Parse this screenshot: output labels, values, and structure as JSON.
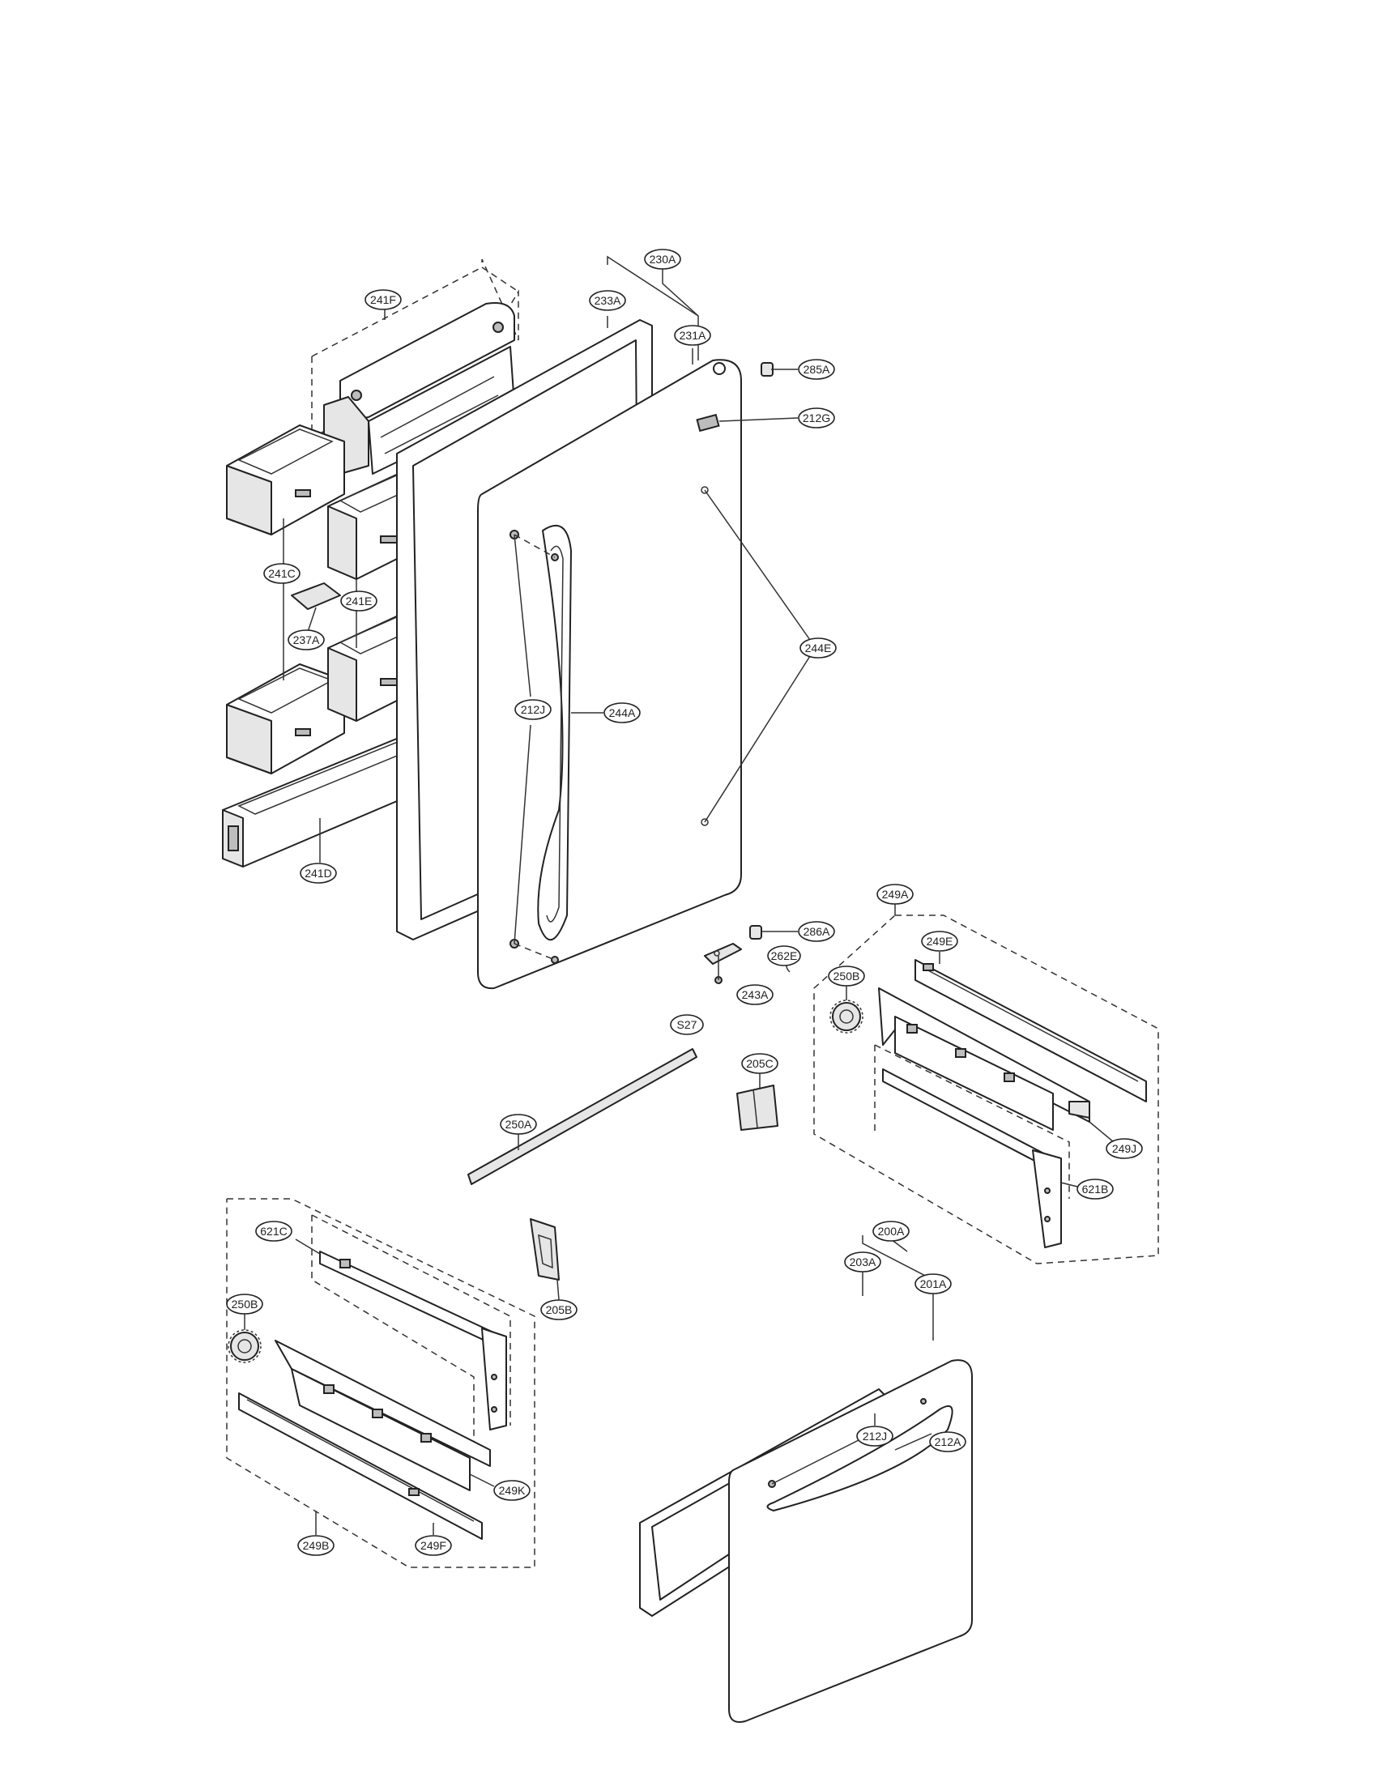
{
  "callouts": {
    "c230A": "230A",
    "c233A": "233A",
    "c231A": "231A",
    "c241F": "241F",
    "c285A": "285A",
    "c212G": "212G",
    "c241C": "241C",
    "c241E": "241E",
    "c237A": "237A",
    "c244E": "244E",
    "c212J_top": "212J",
    "c244A": "244A",
    "c241D": "241D",
    "c286A": "286A",
    "c262E": "262E",
    "c243A": "243A",
    "cS27": "S27",
    "c249A": "249A",
    "c249E": "249E",
    "c250B_right": "250B",
    "c205C": "205C",
    "c250A": "250A",
    "c249J": "249J",
    "c621B": "621B",
    "c621C": "621C",
    "c250B_left": "250B",
    "c205B": "205B",
    "c200A": "200A",
    "c203A": "203A",
    "c201A": "201A",
    "c212J_bottom": "212J",
    "c212A": "212A",
    "c249K": "249K",
    "c249B": "249B",
    "c249F": "249F"
  }
}
